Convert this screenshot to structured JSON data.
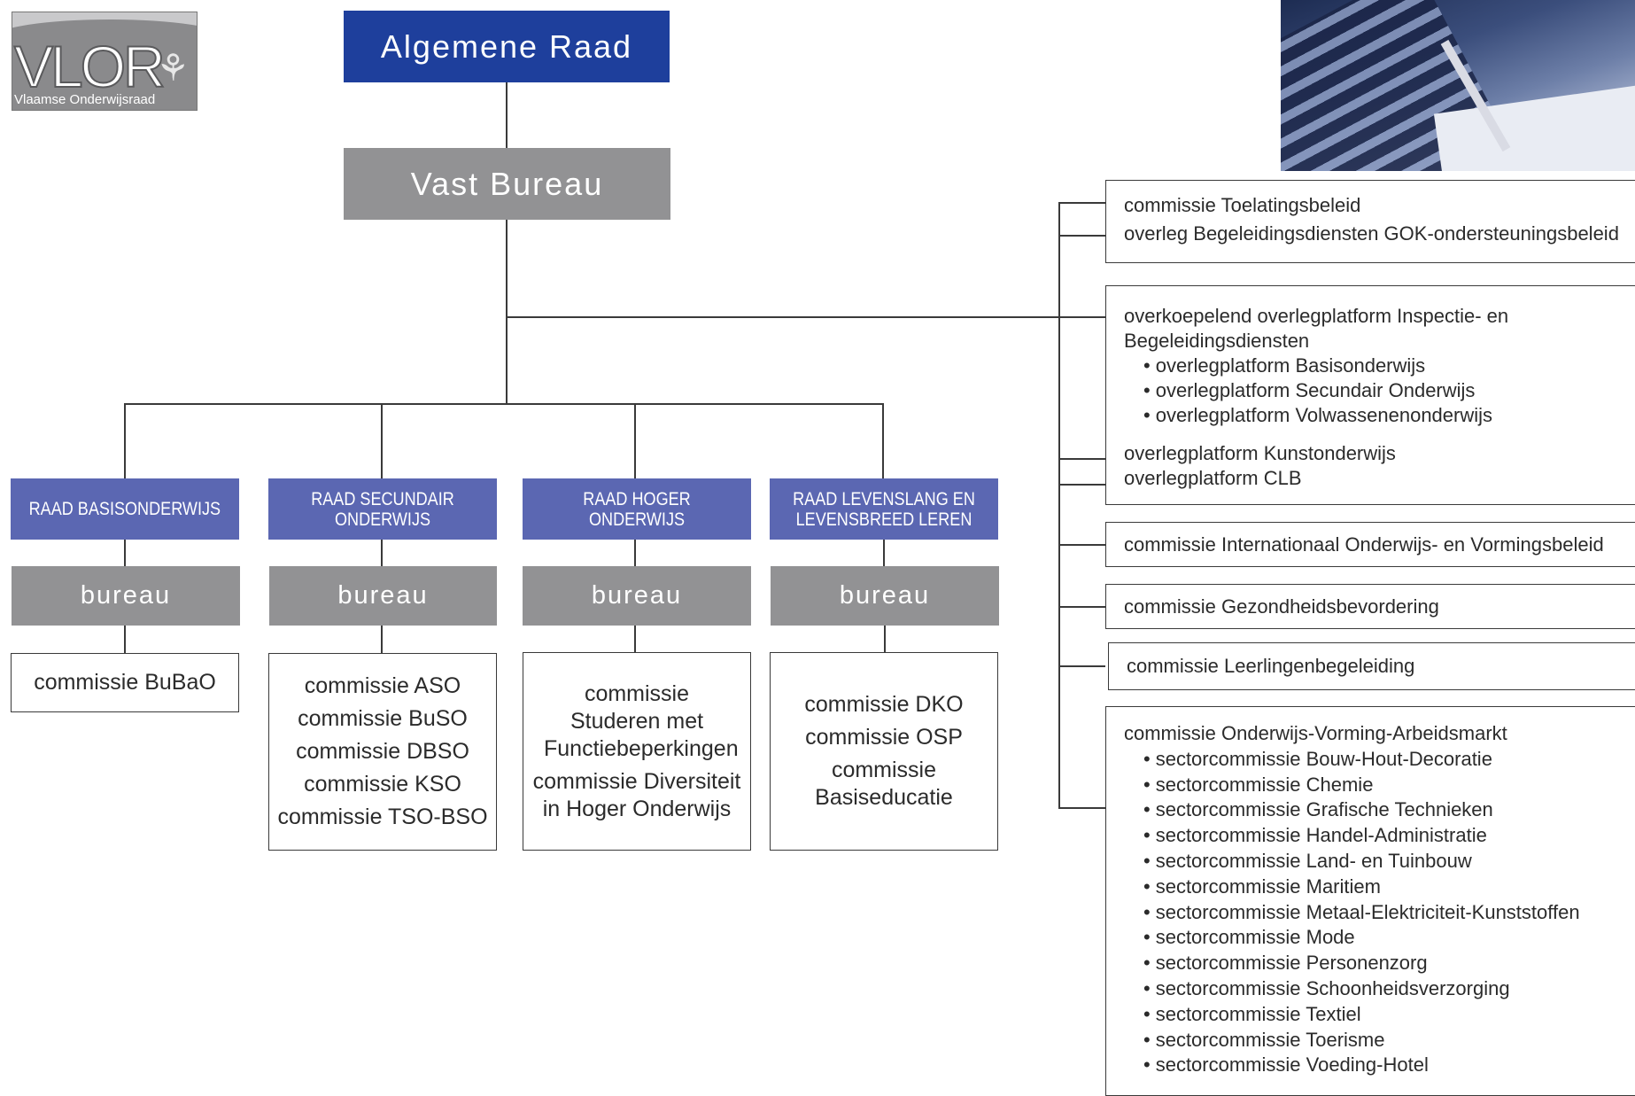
{
  "logo": {
    "letters": "VLOR",
    "subtitle": "Vlaamse Onderwijsraad",
    "emblem": "flemish-lion-icon"
  },
  "top": {
    "algemene_raad": "Algemene Raad",
    "vast_bureau": "Vast Bureau"
  },
  "raden": [
    {
      "title": "RAAD BASISONDERWIJS",
      "bureau": "bureau",
      "commissies": [
        "commissie BuBaO"
      ]
    },
    {
      "title": "RAAD SECUNDAIR ONDERWIJS",
      "bureau": "bureau",
      "commissies": [
        "commissie ASO",
        "commissie BuSO",
        "commissie DBSO",
        "commissie KSO",
        "commissie TSO-BSO"
      ]
    },
    {
      "title": "RAAD HOGER ONDERWIJS",
      "bureau": "bureau",
      "commissies": [
        "commissie Studeren met Functiebeperkingen",
        "commissie Diversiteit in Hoger Onderwijs"
      ]
    },
    {
      "title": "RAAD LEVENSLANG EN LEVENSBREED LEREN",
      "bureau": "bureau",
      "commissies": [
        "commissie DKO",
        "commissie OSP",
        "commissie Basiseducatie"
      ]
    }
  ],
  "right": {
    "box1": [
      "commissie Toelatingsbeleid",
      "overleg Begeleidingsdiensten GOK-ondersteuningsbeleid"
    ],
    "box2": {
      "title_line1": "overkoepelend overlegplatform Inspectie- en",
      "title_line2": "Begeleidingsdiensten",
      "items": [
        "overlegplatform Basisonderwijs",
        "overlegplatform Secundair Onderwijs",
        "overlegplatform Volwassenenonderwijs"
      ],
      "extra": [
        "overlegplatform Kunstonderwijs",
        "overlegplatform CLB"
      ]
    },
    "box3": "commissie Internationaal Onderwijs- en Vormingsbeleid",
    "box4": "commissie Gezondheidsbevordering",
    "box5": "commissie Leerlingenbegeleiding",
    "box6": {
      "title": "commissie Onderwijs-Vorming-Arbeidsmarkt",
      "items": [
        "sectorcommissie Bouw-Hout-Decoratie",
        "sectorcommissie Chemie",
        "sectorcommissie Grafische Technieken",
        "sectorcommissie Handel-Administratie",
        "sectorcommissie Land- en Tuinbouw",
        "sectorcommissie Maritiem",
        "sectorcommissie Metaal-Elektriciteit-Kunststoffen",
        "sectorcommissie Mode",
        "sectorcommissie Personenzorg",
        "sectorcommissie Schoonheidsverzorging",
        "sectorcommissie Textiel",
        "sectorcommissie Toerisme",
        "sectorcommissie Voeding-Hotel"
      ]
    }
  }
}
